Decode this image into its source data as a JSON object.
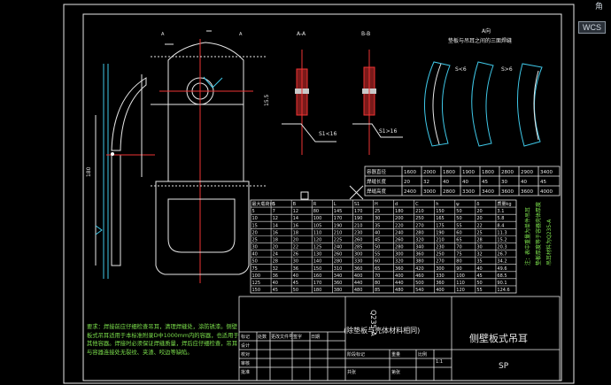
{
  "app": {
    "view_label": "WCS",
    "corner_menu": "角"
  },
  "drawing": {
    "section_label_1": "A-A",
    "section_label_2": "B-B",
    "view_title_line1": "A向",
    "view_title_line2": "垫板与吊耳之间的三面焊缝",
    "dim_s6": "S<6",
    "dim_s8": "S>6",
    "dim_s16a": "S1<16",
    "dim_s16b": "S1>16",
    "title_material": "Q235-A",
    "title_note": "(除垫板与壳体材料相同)",
    "part_name": "侧壁板式吊耳",
    "part_code": "SP",
    "tech_notes": "要求：焊接前应仔细检查吊耳，清理焊缝处，涂防锈漆。侧壁板式吊耳适用于本标准附录D中1000mm内的容器，也适用于其他容器。焊接时必须保证焊缝质量，焊后应仔细检查，吊耳与容器连接处无裂纹、夹渣、咬边等缺陷。",
    "table_headers": [
      "最大载荷(t)",
      "S",
      "B",
      "R",
      "L",
      "S1",
      "H",
      "d",
      "C",
      "h",
      "ψ",
      "δ",
      "质量kg"
    ],
    "table_rows": [
      [
        "5",
        "7",
        "12",
        "80",
        "145",
        "170",
        "25",
        "180",
        "210",
        "150",
        "50",
        "20",
        "3.1"
      ],
      [
        "10",
        "12",
        "14",
        "100",
        "170",
        "190",
        "30",
        "200",
        "250",
        "165",
        "50",
        "20",
        "5.8"
      ],
      [
        "15",
        "14",
        "16",
        "105",
        "190",
        "210",
        "35",
        "220",
        "270",
        "175",
        "55",
        "22",
        "8.4"
      ],
      [
        "20",
        "16",
        "18",
        "110",
        "210",
        "230",
        "40",
        "240",
        "280",
        "190",
        "60",
        "25",
        "11.3"
      ],
      [
        "25",
        "18",
        "20",
        "120",
        "225",
        "260",
        "45",
        "260",
        "320",
        "210",
        "65",
        "28",
        "15.2"
      ],
      [
        "30",
        "20",
        "22",
        "125",
        "240",
        "285",
        "50",
        "280",
        "340",
        "230",
        "70",
        "30",
        "20.3"
      ],
      [
        "40",
        "24",
        "26",
        "130",
        "260",
        "300",
        "55",
        "300",
        "360",
        "250",
        "75",
        "32",
        "26.7"
      ],
      [
        "50",
        "28",
        "30",
        "140",
        "280",
        "330",
        "60",
        "320",
        "380",
        "270",
        "80",
        "35",
        "34.2"
      ],
      [
        "75",
        "32",
        "36",
        "150",
        "310",
        "360",
        "65",
        "360",
        "420",
        "300",
        "90",
        "40",
        "49.6"
      ],
      [
        "100",
        "36",
        "40",
        "160",
        "340",
        "400",
        "70",
        "400",
        "460",
        "330",
        "100",
        "45",
        "68.5"
      ],
      [
        "125",
        "40",
        "45",
        "170",
        "360",
        "440",
        "80",
        "440",
        "500",
        "360",
        "110",
        "50",
        "90.1"
      ],
      [
        "150",
        "45",
        "50",
        "180",
        "380",
        "480",
        "85",
        "480",
        "540",
        "400",
        "120",
        "55",
        "124.6"
      ]
    ],
    "weld_table_headers": [
      "容器直径",
      "焊缝长度",
      "焊缝高度"
    ],
    "weld_table_rows": [
      [
        "1600",
        "2000",
        "1800",
        "1900",
        "1800",
        "2800",
        "2900",
        "3400"
      ],
      [
        "20",
        "32",
        "40",
        "40",
        "45",
        "30",
        "40",
        "45"
      ],
      [
        "2400",
        "3000",
        "2800",
        "3300",
        "3400",
        "3600",
        "3600",
        "4000"
      ]
    ],
    "title_block_labels": [
      "设计",
      "校对",
      "审核",
      "批准",
      "标记",
      "处数",
      "更改文件号",
      "签字",
      "日期",
      "阶段标记",
      "重量",
      "比例",
      "共张",
      "第张"
    ],
    "scale": "1:1"
  }
}
